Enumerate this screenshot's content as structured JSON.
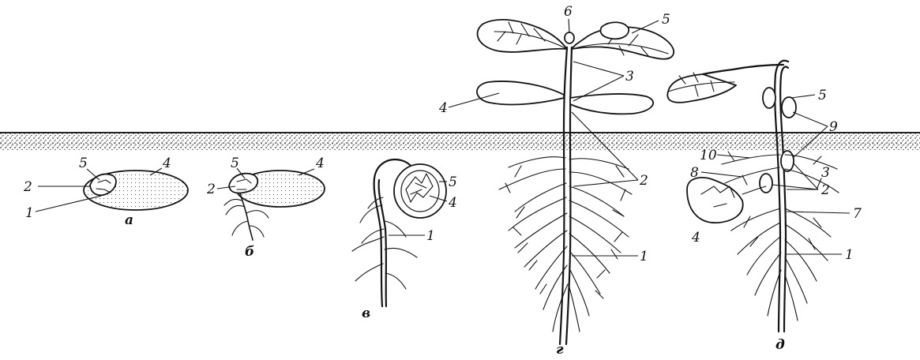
{
  "labels": {
    "one": "1",
    "two": "2",
    "three": "3",
    "four": "4",
    "five": "5",
    "six": "6",
    "seven": "7",
    "eight": "8",
    "nine": "9",
    "ten": "10"
  },
  "stages": {
    "a": "а",
    "b": "б",
    "v": "в",
    "g": "г",
    "d": "д"
  }
}
